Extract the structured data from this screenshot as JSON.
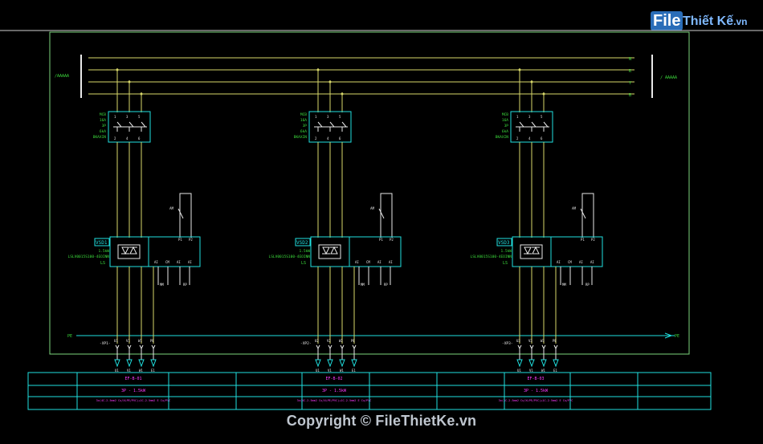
{
  "logo": {
    "part1": "File",
    "part2": "Thiết Kế",
    "part3": ".vn"
  },
  "copyright": "Copyright © FileThietKe.vn",
  "bus": {
    "left_label": "/AAAAA",
    "right_label": "/ AAAAA",
    "phase_labels": [
      "N",
      "R",
      "Y",
      "B"
    ],
    "pe_left": "PE",
    "pe_right": "PE"
  },
  "units": [
    {
      "breaker_text": [
        "MCB",
        "16A",
        "3P",
        "6kA",
        "BKAXIN"
      ],
      "pole_numbers": [
        "1",
        "3",
        "5",
        "2",
        "4",
        "6"
      ],
      "vsd_label": "VSD1",
      "vsd_rating": "1.5kW",
      "vsd_model": "LSLV0015S100-4EOINN",
      "vsd_brand": "LS",
      "control_switch": "AM",
      "terminals_top": [
        "P1",
        "P2"
      ],
      "terminals_bottom": [
        "AI",
        "CM",
        "AI",
        "AI"
      ],
      "outputs": [
        "MM",
        "RP"
      ],
      "terminal_tag": "-XP1-",
      "terminal_nums": [
        "U1",
        "V1",
        "W1",
        "PE"
      ],
      "out_labels": [
        "U1",
        "V1",
        "W1",
        "E1"
      ],
      "table_name": "EF-B-01",
      "table_power": "3P - 1.5kW",
      "table_cable": "3x(4C-2.5mm2 Cu/XLPE/PVC)+1C-2.5mm2 E Cu/PVC"
    },
    {
      "breaker_text": [
        "MCB",
        "16A",
        "3P",
        "6kA",
        "BKAXIN"
      ],
      "pole_numbers": [
        "1",
        "3",
        "5",
        "2",
        "4",
        "6"
      ],
      "vsd_label": "VSD2",
      "vsd_rating": "1.5kW",
      "vsd_model": "LSLV0015S100-4EOINN",
      "vsd_brand": "LS",
      "control_switch": "AM",
      "terminals_top": [
        "P1",
        "P2"
      ],
      "terminals_bottom": [
        "AI",
        "CM",
        "AI",
        "AI"
      ],
      "outputs": [
        "MM",
        "RP"
      ],
      "terminal_tag": "-XP2-",
      "terminal_nums": [
        "U2",
        "V2",
        "W2",
        "PE"
      ],
      "out_labels": [
        "U1",
        "V1",
        "W1",
        "E1"
      ],
      "table_name": "EF-B-02",
      "table_power": "3P - 1.5kW",
      "table_cable": "3x(4C-2.5mm2 Cu/XLPE/PVC)+1C-2.5mm2 E Cu/PVC"
    },
    {
      "breaker_text": [
        "MCB",
        "16A",
        "3P",
        "6kA",
        "BKAXIN"
      ],
      "pole_numbers": [
        "1",
        "3",
        "5",
        "2",
        "4",
        "6"
      ],
      "vsd_label": "VSD3",
      "vsd_rating": "1.5kW",
      "vsd_model": "LSLV0015S100-4EOINN",
      "vsd_brand": "LS",
      "control_switch": "AM",
      "terminals_top": [
        "P1",
        "P2"
      ],
      "terminals_bottom": [
        "AI",
        "CM",
        "AI",
        "AI"
      ],
      "outputs": [
        "MM",
        "RP"
      ],
      "terminal_tag": "-XP3-",
      "terminal_nums": [
        "U3",
        "V3",
        "W3",
        "PE"
      ],
      "out_labels": [
        "U1",
        "V1",
        "W1",
        "E1"
      ],
      "table_name": "EF-B-03",
      "table_power": "3P - 1.5kW",
      "table_cable": "3x(4C-2.5mm2 Cu/XLPE/PVC)+1C-2.5mm2 E Cu/PVC"
    }
  ],
  "colors": {
    "frame": "#7cd37c",
    "bus": "#d8d86a",
    "cyan": "#20e0e0",
    "green": "#3cdc3c",
    "yellow": "#e0e04a",
    "magenta": "#ff3cff",
    "white": "#e8e8e8"
  }
}
